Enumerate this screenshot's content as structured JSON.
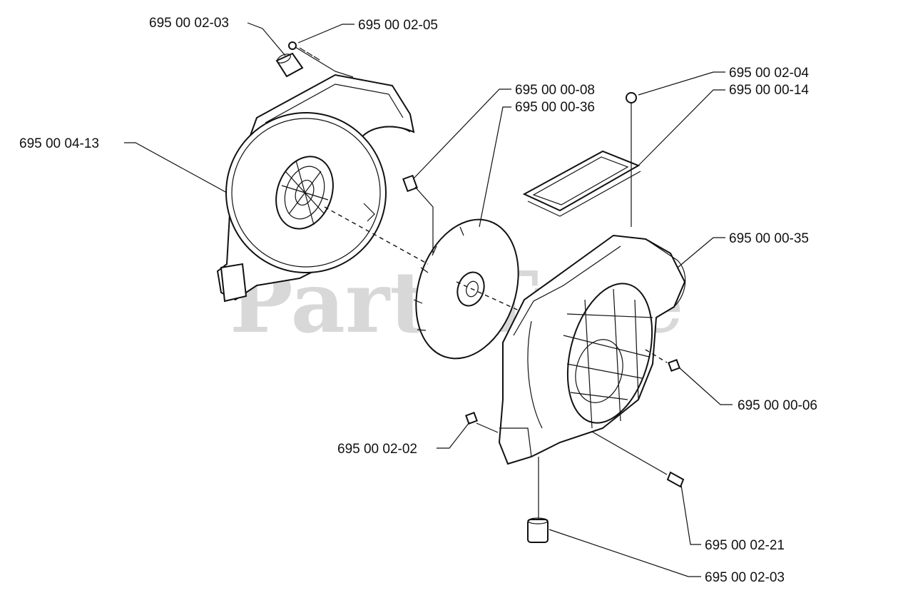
{
  "watermark": "PartsTree",
  "labels": [
    {
      "id": "p1",
      "text": "695 00 02-03"
    },
    {
      "id": "p2",
      "text": "695 00 02-05"
    },
    {
      "id": "p3",
      "text": "695 00 04-13"
    },
    {
      "id": "p4",
      "text": "695 00 00-08"
    },
    {
      "id": "p5",
      "text": "695 00 00-36"
    },
    {
      "id": "p6",
      "text": "695 00 02-04"
    },
    {
      "id": "p7",
      "text": "695 00 00-14"
    },
    {
      "id": "p8",
      "text": "695 00 00-35"
    },
    {
      "id": "p9",
      "text": "695 00 00-06"
    },
    {
      "id": "p10",
      "text": "695 00 02-02"
    },
    {
      "id": "p11",
      "text": "695 00 02-21"
    },
    {
      "id": "p12",
      "text": "695 00 02-03"
    }
  ]
}
